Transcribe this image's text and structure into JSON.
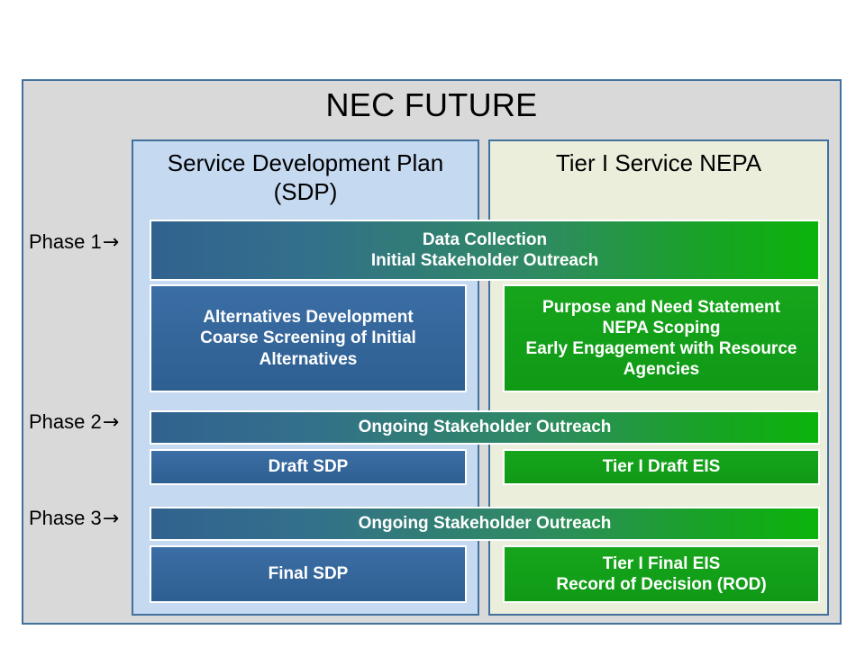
{
  "diagram": {
    "title": "NEC FUTURE",
    "columns": [
      {
        "id": "sdp",
        "title": "Service Development Plan (SDP)"
      },
      {
        "id": "nepa",
        "title": "Tier I Service NEPA"
      }
    ],
    "phase_labels": [
      {
        "text": "Phase 1",
        "arrow": "→"
      },
      {
        "text": "Phase 2",
        "arrow": "→"
      },
      {
        "text": "Phase 3",
        "arrow": "→"
      }
    ],
    "boxes": {
      "data_collection": "Data Collection\nInitial Stakeholder Outreach",
      "alternatives_development": "Alternatives Development\nCoarse Screening of Initial Alternatives",
      "purpose_and_need": "Purpose and Need Statement\nNEPA Scoping\nEarly Engagement with Resource Agencies",
      "ongoing_outreach_phase2": "Ongoing Stakeholder Outreach",
      "draft_sdp": "Draft SDP",
      "tier_i_draft_eis": "Tier I Draft EIS",
      "ongoing_outreach_phase3": "Ongoing Stakeholder Outreach",
      "final_sdp": "Final SDP",
      "tier_i_final_eis": "Tier I Final EIS\nRecord of Decision (ROD)"
    },
    "colors": {
      "outer_fill": "#d9d9d9",
      "outer_border": "#41719c",
      "sdp_fill": "#c5d9f1",
      "nepa_fill": "#ebeedb",
      "blue": "#31628f",
      "green": "#0bb40b",
      "box_border": "#ffffff"
    }
  }
}
